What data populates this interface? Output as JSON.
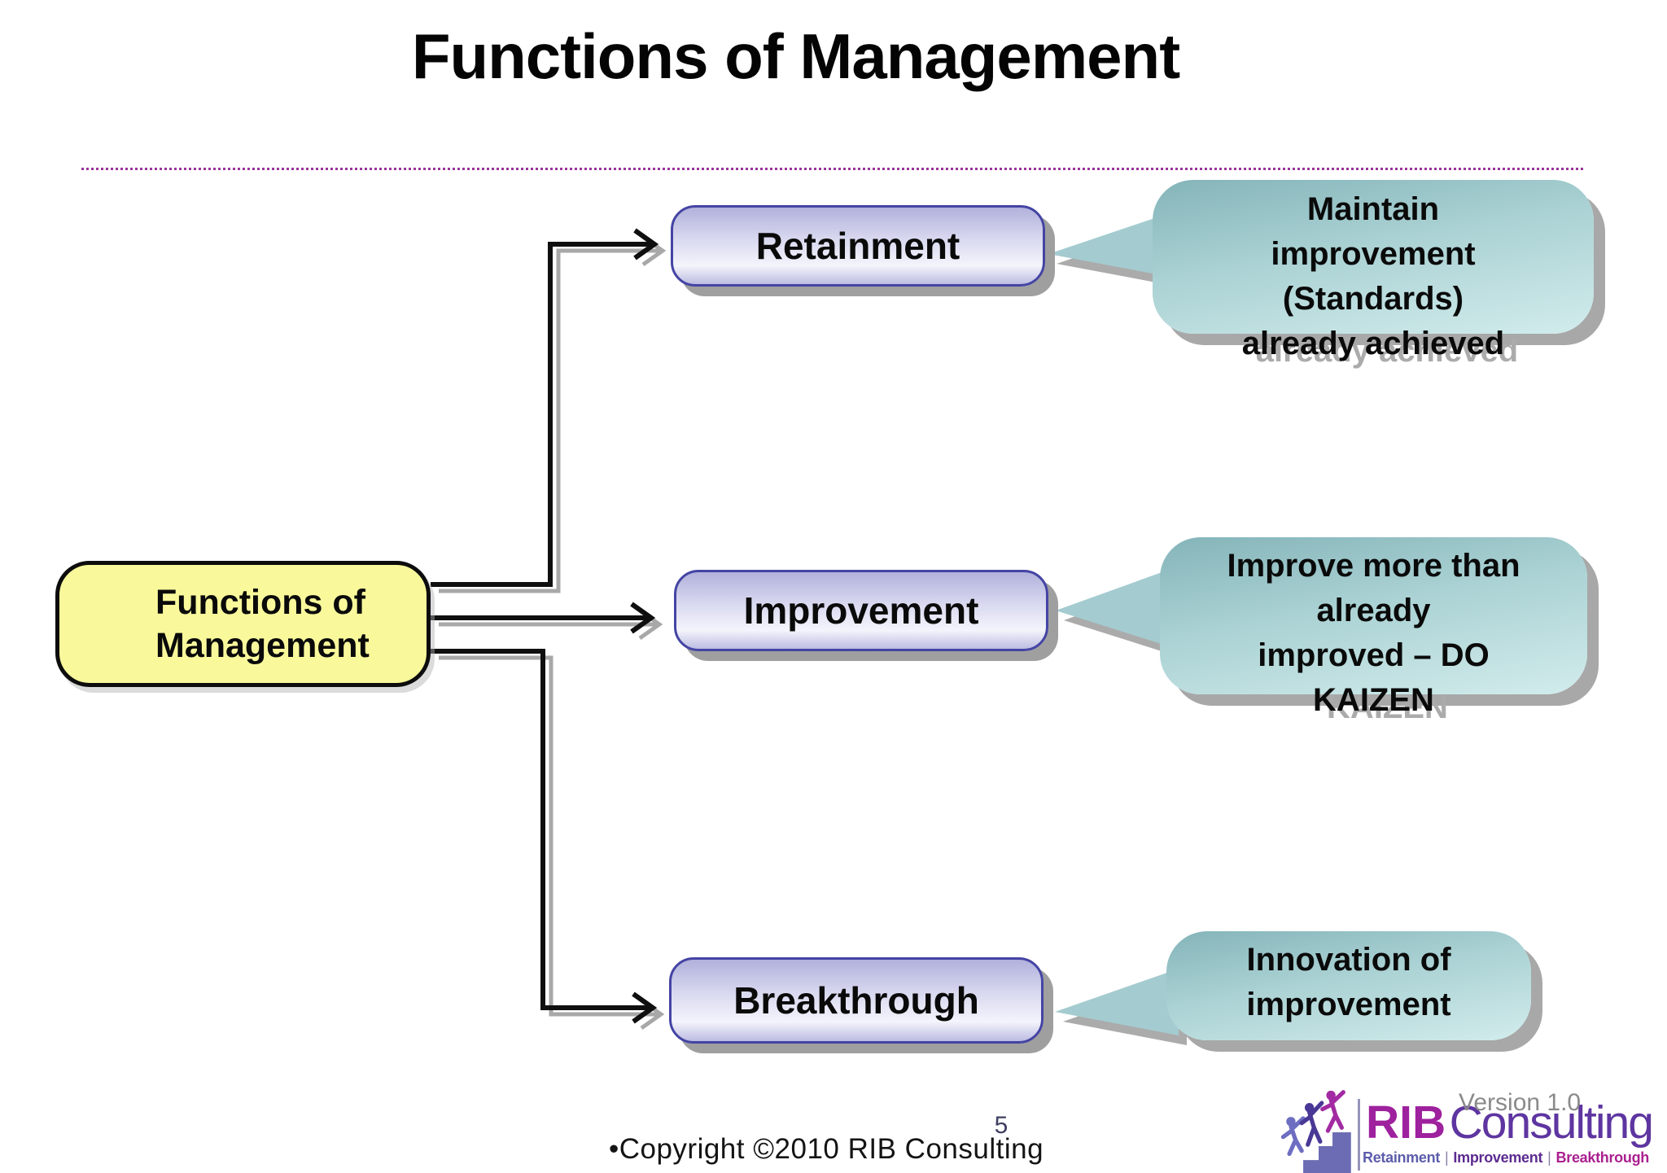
{
  "slide": {
    "title": "Functions of Management",
    "root_box": {
      "line1": "Functions of",
      "line2": "Management"
    },
    "branches": [
      {
        "label": "Retainment",
        "callout": {
          "lines": [
            "Maintain",
            "improvement",
            "(Standards)",
            "already achieved"
          ]
        }
      },
      {
        "label": "Improvement",
        "callout": {
          "lines": [
            "Improve more than",
            "already",
            "improved – DO",
            "KAIZEN"
          ]
        }
      },
      {
        "label": "Breakthrough",
        "callout": {
          "lines": [
            "Innovation of",
            "improvement"
          ]
        }
      }
    ],
    "footer": {
      "page_number": "5",
      "copyright": "•Copyright ©2010 RIB Consulting"
    },
    "logo": {
      "version": "Version 1.0",
      "brand_bold": "RIB",
      "brand_regular": "Consulting",
      "tagline_separator": "|",
      "tagline": [
        "Retainment",
        "Improvement",
        "Breakthrough"
      ]
    },
    "colors": {
      "root_box_fill": "#f9f99c",
      "branch_box_border": "#4444a4",
      "branch_box_gradient_top": "#b1b1dc",
      "callout_gradient_top": "#84b4b9",
      "callout_gradient_bottom": "#d2ecec",
      "dotted_rule": "#9a339a",
      "shadow_gray": "#a8a8a8",
      "brand_magenta": "#9e219e",
      "brand_purple": "#5e35a0"
    }
  }
}
